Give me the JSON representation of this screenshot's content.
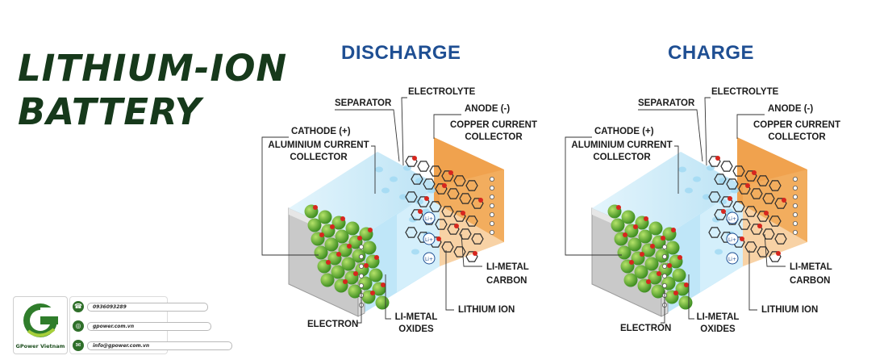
{
  "title": {
    "line1": "LITHIUM-ION",
    "line2": "BATTERY"
  },
  "colors": {
    "title": "#16391b",
    "heading": "#1f4f93",
    "casing": "#c9c9c9",
    "electrolyte": "#bfe6f8",
    "anode": "#f0a24e",
    "cathode_particle": "#5faa2f",
    "ion": "#d7261e",
    "carbon": "#2b2b2b"
  },
  "panels": [
    {
      "heading": "DISCHARGE",
      "labels": {
        "separator": "SEPARATOR",
        "electrolyte": "ELECTROLYTE",
        "anode": "ANODE (-)",
        "copper1": "COPPER CURRENT",
        "copper2": "COLLECTOR",
        "cathode": "CATHODE (+)",
        "alu1": "ALUMINIUM CURRENT",
        "alu2": "COLLECTOR",
        "limetal": "LI-METAL",
        "carbon": "CARBON",
        "lithium_ion": "LITHIUM ION",
        "electron": "ELECTRON",
        "limetal2": "LI-METAL",
        "oxides": "OXIDES"
      }
    },
    {
      "heading": "CHARGE",
      "labels": {
        "separator": "SEPARATOR",
        "electrolyte": "ELECTROLYTE",
        "anode": "ANODE (-)",
        "copper1": "COPPER CURRENT",
        "copper2": "COLLECTOR",
        "cathode": "CATHODE (+)",
        "alu1": "ALUMINIUM CURRENT",
        "alu2": "COLLECTOR",
        "limetal": "LI-METAL",
        "carbon": "CARBON",
        "lithium_ion": "LITHIUM ION",
        "electron": "ELECTRON",
        "limetal2": "LI-METAL",
        "oxides": "OXIDES"
      }
    }
  ],
  "ion_symbol": "Li+",
  "contact": {
    "brand": "GPower Vietnam",
    "phone": "0936093289",
    "website": "gpower.com.vn",
    "email": "info@gpower.com.vn",
    "icons": [
      "phone-icon",
      "globe-icon",
      "mail-icon"
    ]
  }
}
